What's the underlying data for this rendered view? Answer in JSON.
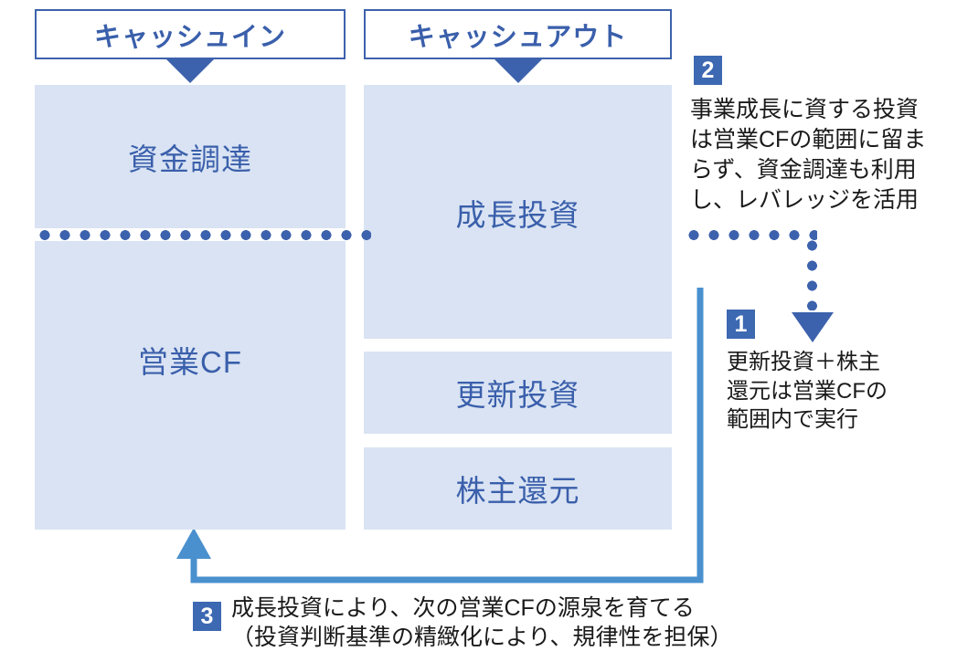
{
  "headers": {
    "cash_in": "キャッシュイン",
    "cash_out": "キャッシュアウト"
  },
  "blocks": {
    "funding": "資金調達",
    "operating_cf": "営業CF",
    "growth_investment": "成長投資",
    "renewal_investment": "更新投資",
    "shareholder_return": "株主還元"
  },
  "annotations": [
    {
      "number": "1",
      "text": "更新投資＋株主\n還元は営業CFの\n範囲内で実行"
    },
    {
      "number": "2",
      "text": "事業成長に資する投資\nは営業CFの範囲に留ま\nらず、資金調達も利用\nし、レバレッジを活用"
    },
    {
      "number": "3",
      "text": "成長投資により、次の営業CFの源泉を育てる\n（投資判断基準の精緻化により、規律性を担保）"
    }
  ],
  "colors": {
    "header_border": "#3d62ad",
    "header_text": "#3a5fab",
    "block_fill": "#d9e3f3",
    "block_text": "#3a5fab",
    "badge_fill": "#3d68b2",
    "badge_text": "#ffffff",
    "dotted_line": "#3d62ad",
    "bracket_line": "#4a90ce",
    "annotation_text": "#1a1a1a"
  },
  "icons": {
    "cash_in_arrow": "triangle-down-icon",
    "cash_out_arrow": "triangle-down-icon",
    "annotation1_arrow": "triangle-down-icon",
    "feedback_arrow": "triangle-up-icon"
  }
}
